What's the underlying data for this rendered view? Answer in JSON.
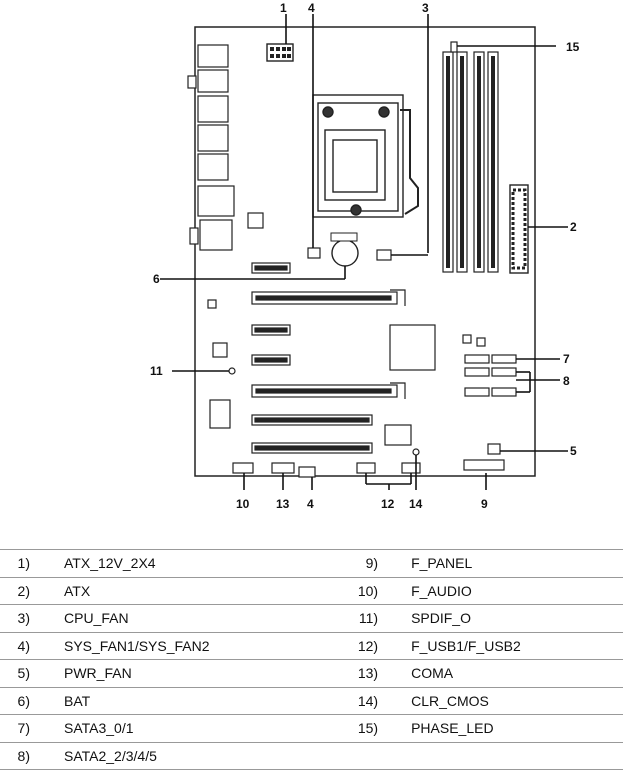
{
  "diagram": {
    "callouts": [
      "1",
      "2",
      "3",
      "4",
      "4",
      "5",
      "6",
      "7",
      "8",
      "9",
      "10",
      "11",
      "12",
      "13",
      "14",
      "15"
    ]
  },
  "legend": {
    "left": [
      {
        "num": "1)",
        "label": "ATX_12V_2X4"
      },
      {
        "num": "2)",
        "label": "ATX"
      },
      {
        "num": "3)",
        "label": "CPU_FAN"
      },
      {
        "num": "4)",
        "label": "SYS_FAN1/SYS_FAN2"
      },
      {
        "num": "5)",
        "label": "PWR_FAN"
      },
      {
        "num": "6)",
        "label": "BAT"
      },
      {
        "num": "7)",
        "label": "SATA3_0/1"
      },
      {
        "num": "8)",
        "label": "SATA2_2/3/4/5"
      }
    ],
    "right": [
      {
        "num": "9)",
        "label": "F_PANEL"
      },
      {
        "num": "10)",
        "label": "F_AUDIO"
      },
      {
        "num": "11)",
        "label": "SPDIF_O"
      },
      {
        "num": "12)",
        "label": "F_USB1/F_USB2"
      },
      {
        "num": "13)",
        "label": "COMA"
      },
      {
        "num": "14)",
        "label": "CLR_CMOS"
      },
      {
        "num": "15)",
        "label": "PHASE_LED"
      },
      {
        "num": "",
        "label": ""
      }
    ]
  }
}
